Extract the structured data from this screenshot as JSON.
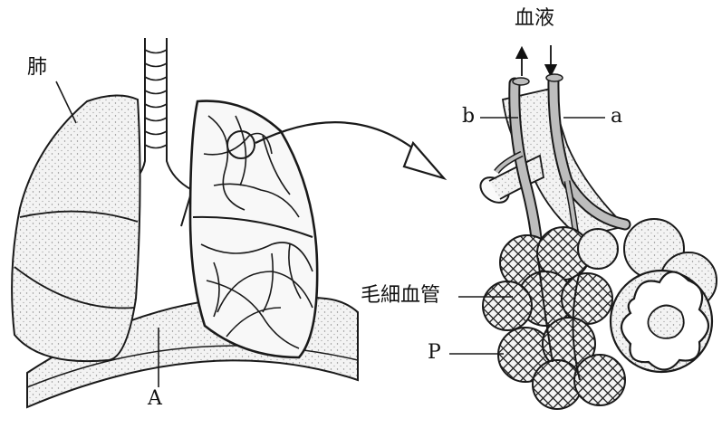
{
  "labels": {
    "lung": "肺",
    "diaphragm": "A",
    "blood": "血液",
    "vessel_b": "b",
    "vessel_a": "a",
    "capillary": "毛細血管",
    "alveolus": "P"
  },
  "colors": {
    "line": "#1a1a1a",
    "lung_fill": "#efefef",
    "vessel_fill": "#bdbdbd",
    "stipple": "#8a8a8a"
  }
}
